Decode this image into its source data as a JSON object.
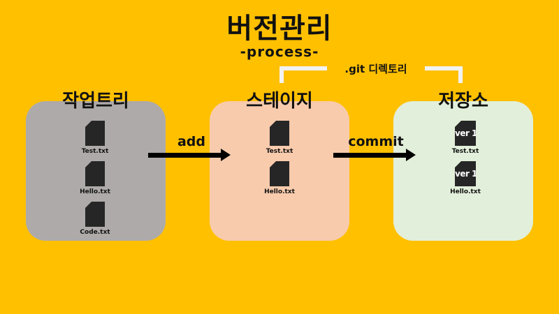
{
  "title": "버전관리",
  "subtitle": "-process-",
  "git_dir_label": ".git 디렉토리",
  "areas": {
    "working": {
      "title": "작업트리",
      "files": [
        "Test.txt",
        "Hello.txt",
        "Code.txt"
      ]
    },
    "staging": {
      "title": "스테이지",
      "files": [
        "Test.txt",
        "Hello.txt"
      ]
    },
    "repository": {
      "title": "저장소",
      "files": [
        {
          "badge": "ver 1",
          "name": "Test.txt"
        },
        {
          "badge": "ver 1",
          "name": "Hello.txt"
        }
      ]
    }
  },
  "arrows": {
    "add": "add",
    "commit": "commit"
  },
  "colors": {
    "background": "#FFC000",
    "working_panel": "#AEAAAA",
    "staging_panel": "#F8CBAD",
    "repository_panel": "#E2EFDA",
    "file_icon": "#262626",
    "bracket": "#F2F2F2"
  },
  "icons": {
    "file": "document-icon"
  }
}
